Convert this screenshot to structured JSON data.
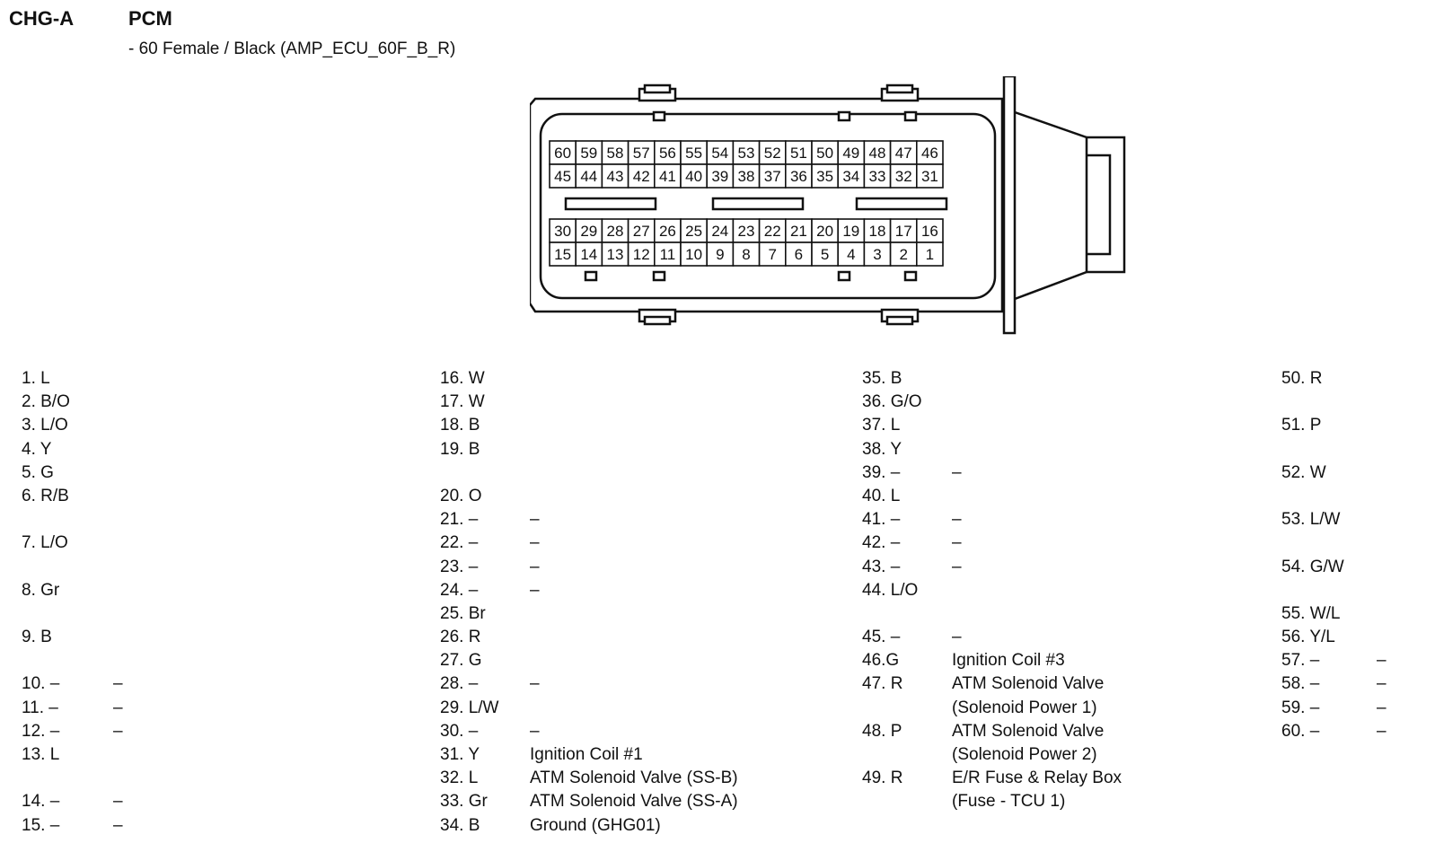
{
  "header": {
    "connector_id": "CHG-A",
    "component": "PCM",
    "subtitle": "- 60 Female / Black (AMP_ECU_60F_B_R)"
  },
  "connector": {
    "upper_rows": [
      [
        "60",
        "59",
        "58",
        "57",
        "56",
        "55",
        "54",
        "53",
        "52",
        "51",
        "50",
        "49",
        "48",
        "47",
        "46"
      ],
      [
        "45",
        "44",
        "43",
        "42",
        "41",
        "40",
        "39",
        "38",
        "37",
        "36",
        "35",
        "34",
        "33",
        "32",
        "31"
      ]
    ],
    "lower_rows": [
      [
        "30",
        "29",
        "28",
        "27",
        "26",
        "25",
        "24",
        "23",
        "22",
        "21",
        "20",
        "19",
        "18",
        "17",
        "16"
      ],
      [
        "15",
        "14",
        "13",
        "12",
        "11",
        "10",
        "9",
        "8",
        "7",
        "6",
        "5",
        "4",
        "3",
        "2",
        "1"
      ]
    ]
  },
  "pin_columns": [
    [
      {
        "label": "1. L",
        "desc": ""
      },
      {
        "label": "2. B/O",
        "desc": ""
      },
      {
        "label": "3. L/O",
        "desc": ""
      },
      {
        "label": "4. Y",
        "desc": ""
      },
      {
        "label": "5. G",
        "desc": ""
      },
      {
        "label": "6. R/B",
        "desc": ""
      },
      {
        "label": "",
        "desc": ""
      },
      {
        "label": "7. L/O",
        "desc": ""
      },
      {
        "label": "",
        "desc": ""
      },
      {
        "label": "8. Gr",
        "desc": ""
      },
      {
        "label": "",
        "desc": ""
      },
      {
        "label": "9. B",
        "desc": ""
      },
      {
        "label": "",
        "desc": ""
      },
      {
        "label": "10. –",
        "desc": "–"
      },
      {
        "label": "11. –",
        "desc": "–"
      },
      {
        "label": "12. –",
        "desc": "–"
      },
      {
        "label": "13. L",
        "desc": ""
      },
      {
        "label": "",
        "desc": ""
      },
      {
        "label": "14. –",
        "desc": "–"
      },
      {
        "label": "15. –",
        "desc": "–"
      }
    ],
    [
      {
        "label": "16. W",
        "desc": ""
      },
      {
        "label": "17. W",
        "desc": ""
      },
      {
        "label": "18. B",
        "desc": ""
      },
      {
        "label": "19. B",
        "desc": ""
      },
      {
        "label": "",
        "desc": ""
      },
      {
        "label": "20. O",
        "desc": ""
      },
      {
        "label": "21. –",
        "desc": "–"
      },
      {
        "label": "22. –",
        "desc": "–"
      },
      {
        "label": "23. –",
        "desc": "–"
      },
      {
        "label": "24. –",
        "desc": "–"
      },
      {
        "label": "25. Br",
        "desc": ""
      },
      {
        "label": "26. R",
        "desc": ""
      },
      {
        "label": "27. G",
        "desc": ""
      },
      {
        "label": "28. –",
        "desc": "–"
      },
      {
        "label": "29. L/W",
        "desc": ""
      },
      {
        "label": "30. –",
        "desc": "–"
      },
      {
        "label": "31. Y",
        "desc": "Ignition Coil #1"
      },
      {
        "label": "32. L",
        "desc": "ATM Solenoid Valve (SS-B)"
      },
      {
        "label": "33. Gr",
        "desc": "ATM Solenoid Valve (SS-A)"
      },
      {
        "label": "34. B",
        "desc": "Ground (GHG01)"
      }
    ],
    [
      {
        "label": "35. B",
        "desc": ""
      },
      {
        "label": "36. G/O",
        "desc": ""
      },
      {
        "label": "37. L",
        "desc": ""
      },
      {
        "label": "38. Y",
        "desc": ""
      },
      {
        "label": "39. –",
        "desc": "–"
      },
      {
        "label": "40. L",
        "desc": ""
      },
      {
        "label": "41. –",
        "desc": "–"
      },
      {
        "label": "42. –",
        "desc": "–"
      },
      {
        "label": "43. –",
        "desc": "–"
      },
      {
        "label": "44. L/O",
        "desc": ""
      },
      {
        "label": "",
        "desc": ""
      },
      {
        "label": "45. –",
        "desc": "–"
      },
      {
        "label": "46.G",
        "desc": "Ignition Coil #3"
      },
      {
        "label": "47. R",
        "desc": "ATM Solenoid Valve"
      },
      {
        "label": "",
        "desc": "(Solenoid Power 1)"
      },
      {
        "label": "48. P",
        "desc": "ATM Solenoid Valve"
      },
      {
        "label": "",
        "desc": "(Solenoid Power 2)"
      },
      {
        "label": "49. R",
        "desc": "E/R Fuse & Relay Box"
      },
      {
        "label": "",
        "desc": "(Fuse - TCU 1)"
      }
    ],
    [
      {
        "label": "50. R",
        "desc": ""
      },
      {
        "label": "",
        "desc": ""
      },
      {
        "label": "51. P",
        "desc": ""
      },
      {
        "label": "",
        "desc": ""
      },
      {
        "label": "52. W",
        "desc": ""
      },
      {
        "label": "",
        "desc": ""
      },
      {
        "label": "53. L/W",
        "desc": ""
      },
      {
        "label": "",
        "desc": ""
      },
      {
        "label": "54. G/W",
        "desc": ""
      },
      {
        "label": "",
        "desc": ""
      },
      {
        "label": "55. W/L",
        "desc": ""
      },
      {
        "label": "56. Y/L",
        "desc": ""
      },
      {
        "label": "57. –",
        "desc": "–"
      },
      {
        "label": "58. –",
        "desc": "–"
      },
      {
        "label": "59. –",
        "desc": "–"
      },
      {
        "label": "60. –",
        "desc": "–"
      }
    ]
  ]
}
